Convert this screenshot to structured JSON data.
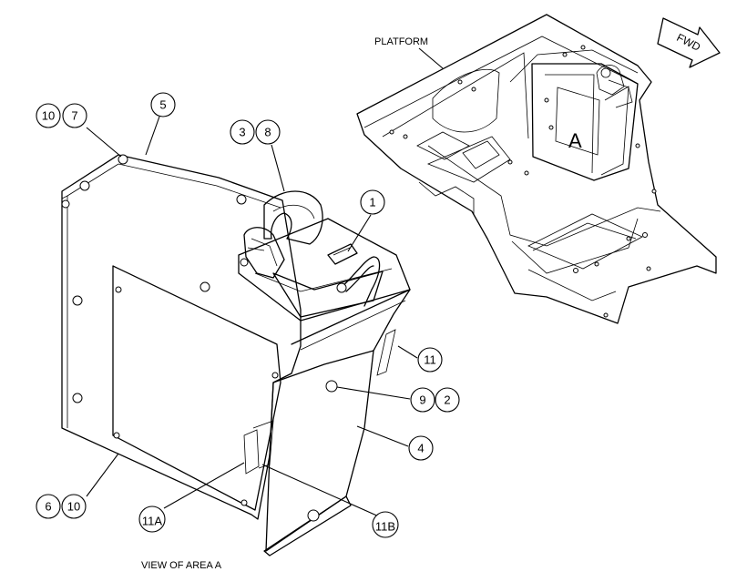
{
  "labels": {
    "platform": "PLATFORM",
    "fwd": "FWD",
    "area_marker": "A",
    "view_caption": "VIEW OF AREA  A"
  },
  "callouts": {
    "c10a": "10",
    "c7": "7",
    "c5": "5",
    "c3": "3",
    "c8": "8",
    "c1": "1",
    "c11": "11",
    "c9": "9",
    "c2": "2",
    "c4": "4",
    "c6": "6",
    "c10b": "10",
    "c11a": "11A",
    "c11b": "11B"
  }
}
